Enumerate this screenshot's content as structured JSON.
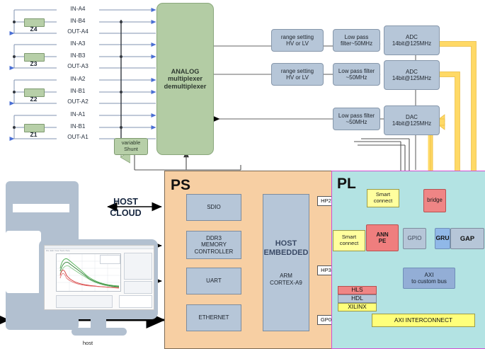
{
  "analog": {
    "channels": [
      {
        "z": "Z4",
        "in_a": "IN-A4",
        "in_b": "IN-B4",
        "out_a": "OUT-A4"
      },
      {
        "z": "Z3",
        "in_a": "IN-A3",
        "in_b": "IN-B3",
        "out_a": "OUT-A3"
      },
      {
        "z": "Z2",
        "in_a": "IN-A2",
        "in_b": "IN-B1",
        "out_a": "OUT-A2"
      },
      {
        "z": "Z1",
        "in_a": "IN-A1",
        "in_b": "IN-B1",
        "out_a": "OUT-A1"
      }
    ],
    "shunt_line1": "variable",
    "shunt_line2": "Shunt",
    "mux_line1": "ANALOG",
    "mux_line2": "multiplexer",
    "mux_line3": "demultiplexer"
  },
  "frontend": {
    "range1_line1": "range setting",
    "range1_line2": "HV or LV",
    "range2_line1": "range setting",
    "range2_line2": "HV or LV",
    "lpf1_line1": "Low pass",
    "lpf1_line2": "filter~50MHz",
    "lpf2_line1": "Low pass filter",
    "lpf2_line2": "~50MHz",
    "lpf3_line1": "Low pass filter",
    "lpf3_line2": "~50MHz",
    "adc1_line1": "ADC",
    "adc1_line2": "14bit@125MHz",
    "adc2_line1": "ADC",
    "adc2_line2": "14bit@125MHz",
    "dac_line1": "DAC",
    "dac_line2": "14bit@125MHz"
  },
  "ps": {
    "title": "PS",
    "modules": [
      {
        "label": "SDIO"
      },
      {
        "label": "DDR3\nMEMORY\nCONTROLLER"
      },
      {
        "label": "UART"
      },
      {
        "label": "ETHERNET"
      }
    ],
    "host_embedded_line1": "HOST",
    "host_embedded_line2": "EMBEDDED",
    "host_embedded_sub1": "ARM",
    "host_embedded_sub2": "CORTEX-A9",
    "ports": [
      "HP2",
      "HP3",
      "GP0"
    ]
  },
  "pl": {
    "title": "PL",
    "smart_connect_1_line1": "Smart",
    "smart_connect_1_line2": "connect",
    "smart_connect_2_line1": "Smart",
    "smart_connect_2_line2": "connect",
    "bridge": "bridge",
    "ann_line1": "ANN",
    "ann_line2": "PE",
    "gpio": "GPIO",
    "gru": "GRU",
    "gap": "GAP",
    "axi_custom_line1": "AXI",
    "axi_custom_line2": "to custom bus",
    "axi_interconnect": "AXI INTERCONNECT",
    "legend": [
      "HLS",
      "HDL",
      "XILINX"
    ]
  },
  "host": {
    "cloud_line1": "HOST",
    "cloud_line2": "CLOUD",
    "caption": "host"
  },
  "colors": {
    "ps_bg": "#f7cfa3",
    "pl_bg": "#b3e3e3",
    "pl_border": "#d24fd2",
    "mux": "#b3cca4",
    "adc": "#b6c6d8",
    "yellow_bus": "#ffd966",
    "red_block": "#ef7e7e",
    "yellow_block": "#ffff7a",
    "blue_arrow": "#1f3fd0",
    "dark_red_arrow": "#a02020",
    "magenta_arrow": "#ff3ddd",
    "host_grey": "#b2c0d0"
  }
}
